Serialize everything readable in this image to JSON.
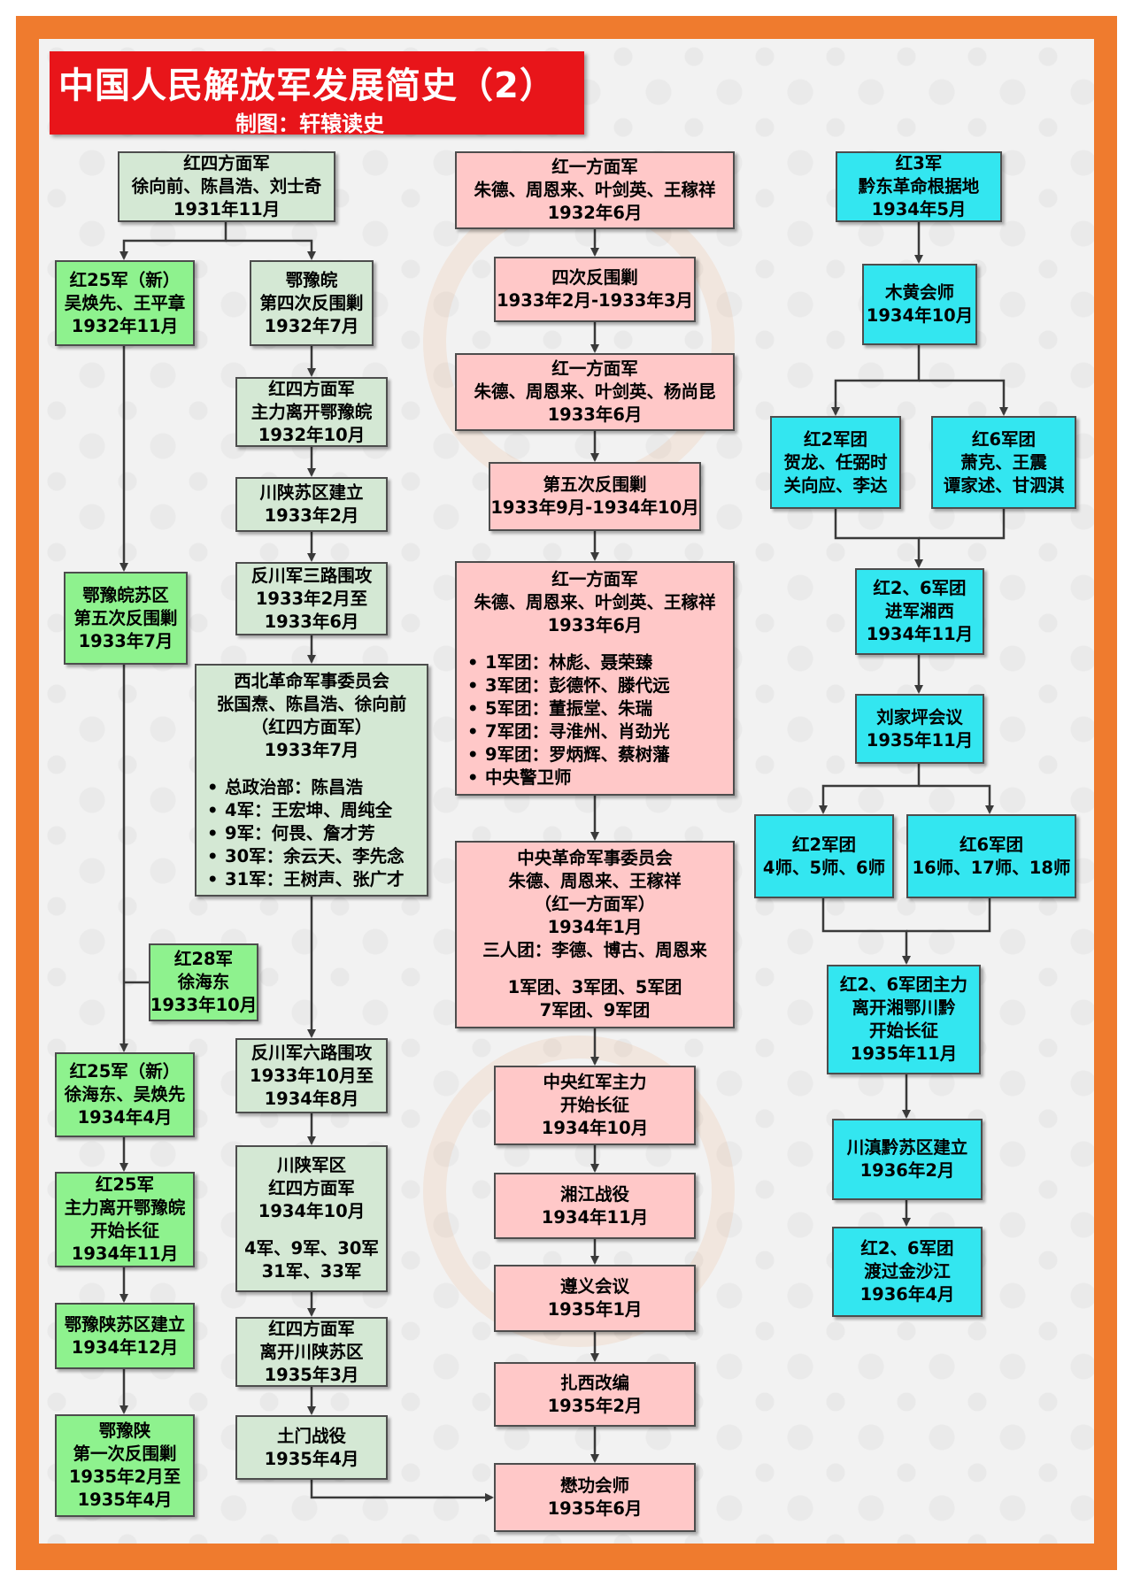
{
  "header": {
    "title": "中国人民解放军发展简史（2）",
    "subtitle": "制图：轩辕读史"
  },
  "columns": {
    "col1": [
      {
        "id": "c1-1",
        "lines": [
          "红25军（新）",
          "吴焕先、王平章",
          "1932年11月"
        ]
      },
      {
        "id": "c1-2",
        "lines": [
          "鄂豫皖苏区",
          "第五次反围剿",
          "1933年7月"
        ]
      },
      {
        "id": "c1-3",
        "lines": [
          "红28军",
          "徐海东",
          "1933年10月"
        ]
      },
      {
        "id": "c1-4",
        "lines": [
          "红25军（新）",
          "徐海东、吴焕先",
          "1934年4月"
        ]
      },
      {
        "id": "c1-5",
        "lines": [
          "红25军",
          "主力离开鄂豫皖",
          "开始长征",
          "1934年11月"
        ]
      },
      {
        "id": "c1-6",
        "lines": [
          "鄂豫陕苏区建立",
          "1934年12月"
        ]
      },
      {
        "id": "c1-7",
        "lines": [
          "鄂豫陕",
          "第一次反围剿",
          "1935年2月至",
          "1935年4月"
        ]
      }
    ],
    "col2": [
      {
        "id": "c2-0",
        "lines": [
          "红四方面军",
          "徐向前、陈昌浩、刘士奇",
          "1931年11月"
        ]
      },
      {
        "id": "c2-1",
        "lines": [
          "鄂豫皖",
          "第四次反围剿",
          "1932年7月"
        ]
      },
      {
        "id": "c2-2",
        "lines": [
          "红四方面军",
          "主力离开鄂豫皖",
          "1932年10月"
        ]
      },
      {
        "id": "c2-3",
        "lines": [
          "川陕苏区建立",
          "1933年2月"
        ]
      },
      {
        "id": "c2-4",
        "lines": [
          "反川军三路围攻",
          "1933年2月至",
          "1933年6月"
        ]
      },
      {
        "id": "c2-5",
        "lines": [
          "西北革命军事委员会",
          "张国焘、陈昌浩、徐向前",
          "（红四方面军）",
          "1933年7月"
        ],
        "bullets": [
          "总政治部：陈昌浩",
          "4军：王宏坤、周纯全",
          "9军：何畏、詹才芳",
          "30军：余云天、李先念",
          "31军：王树声、张广才"
        ]
      },
      {
        "id": "c2-6",
        "lines": [
          "反川军六路围攻",
          "1933年10月至",
          "1934年8月"
        ]
      },
      {
        "id": "c2-7",
        "lines": [
          "川陕军区",
          "红四方面军",
          "1934年10月"
        ],
        "extra": [
          "4军、9军、30军",
          "31军、33军"
        ]
      },
      {
        "id": "c2-8",
        "lines": [
          "红四方面军",
          "离开川陕苏区",
          "1935年3月"
        ]
      },
      {
        "id": "c2-9",
        "lines": [
          "土门战役",
          "1935年4月"
        ]
      }
    ],
    "col3": [
      {
        "id": "c3-1",
        "lines": [
          "红一方面军",
          "朱德、周恩来、叶剑英、王稼祥",
          "1932年6月"
        ]
      },
      {
        "id": "c3-2",
        "lines": [
          "四次反围剿",
          "1933年2月-1933年3月"
        ]
      },
      {
        "id": "c3-3",
        "lines": [
          "红一方面军",
          "朱德、周恩来、叶剑英、杨尚昆",
          "1933年6月"
        ]
      },
      {
        "id": "c3-4",
        "lines": [
          "第五次反围剿",
          "1933年9月-1934年10月"
        ]
      },
      {
        "id": "c3-5",
        "lines": [
          "红一方面军",
          "朱德、周恩来、叶剑英、王稼祥",
          "1933年6月"
        ],
        "bullets": [
          "1军团：林彪、聂荣臻",
          "3军团：彭德怀、滕代远",
          "5军团：董振堂、朱瑞",
          "7军团：寻淮州、肖劲光",
          "9军团：罗炳辉、蔡树藩",
          "中央警卫师"
        ]
      },
      {
        "id": "c3-6",
        "lines": [
          "中央革命军事委员会",
          "朱德、周恩来、王稼祥",
          "（红一方面军）",
          "1934年1月",
          "三人团：李德、博古、周恩来"
        ],
        "extra": [
          "1军团、3军团、5军团",
          "7军团、9军团"
        ]
      },
      {
        "id": "c3-7",
        "lines": [
          "中央红军主力",
          "开始长征",
          "1934年10月"
        ]
      },
      {
        "id": "c3-8",
        "lines": [
          "湘江战役",
          "1934年11月"
        ]
      },
      {
        "id": "c3-9",
        "lines": [
          "遵义会议",
          "1935年1月"
        ]
      },
      {
        "id": "c3-10",
        "lines": [
          "扎西改编",
          "1935年2月"
        ]
      },
      {
        "id": "c3-11",
        "lines": [
          "懋功会师",
          "1935年6月"
        ]
      }
    ],
    "col4": [
      {
        "id": "c4-1",
        "lines": [
          "红3军",
          "黔东革命根据地",
          "1934年5月"
        ]
      },
      {
        "id": "c4-2",
        "lines": [
          "木黄会师",
          "1934年10月"
        ]
      },
      {
        "id": "c4-3",
        "lines": [
          "红2军团",
          "贺龙、任弼时",
          "关向应、李达"
        ]
      },
      {
        "id": "c4-4",
        "lines": [
          "红6军团",
          "萧克、王震",
          "谭家述、甘泗淇"
        ]
      },
      {
        "id": "c4-5",
        "lines": [
          "红2、6军团",
          "进军湘西",
          "1934年11月"
        ]
      },
      {
        "id": "c4-6",
        "lines": [
          "刘家坪会议",
          "1935年11月"
        ]
      },
      {
        "id": "c4-7",
        "lines": [
          "红2军团",
          "4师、5师、6师"
        ]
      },
      {
        "id": "c4-8",
        "lines": [
          "红6军团",
          "16师、17师、18师"
        ]
      },
      {
        "id": "c4-9",
        "lines": [
          "红2、6军团主力",
          "离开湘鄂川黔",
          "开始长征",
          "1935年11月"
        ]
      },
      {
        "id": "c4-10",
        "lines": [
          "川滇黔苏区建立",
          "1936年2月"
        ]
      },
      {
        "id": "c4-11",
        "lines": [
          "红2、6军团",
          "渡过金沙江",
          "1936年4月"
        ]
      }
    ]
  },
  "colors": {
    "frame": "#ef7b2e",
    "banner": "#e8151a",
    "green": "#8ef28e",
    "sage": "#d4e8d4",
    "pink": "#ffc8c8",
    "cyan": "#33e6f0",
    "line": "#3a3a3a"
  }
}
